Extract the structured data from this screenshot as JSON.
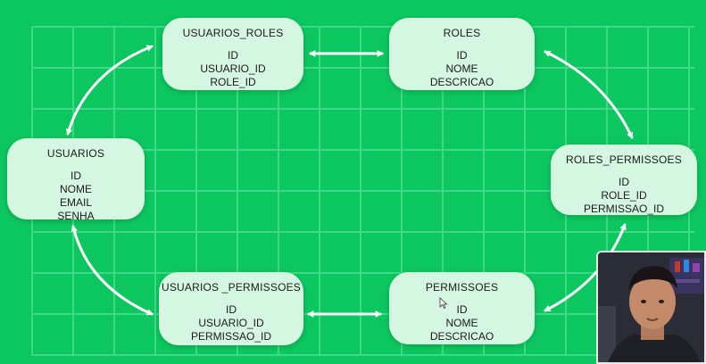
{
  "entities": [
    {
      "id": "usuarios_roles",
      "title": "USUARIOS_ROLES",
      "fields": [
        "ID",
        "USUARIO_ID",
        "ROLE_ID"
      ]
    },
    {
      "id": "roles",
      "title": "ROLES",
      "fields": [
        "ID",
        "NOME",
        "DESCRICAO"
      ]
    },
    {
      "id": "usuarios",
      "title": "USUARIOS",
      "fields": [
        "ID",
        "NOME",
        "EMAIL",
        "SENHA"
      ]
    },
    {
      "id": "roles_permissoes",
      "title": "ROLES_PERMISSOES",
      "fields": [
        "ID",
        "ROLE_ID",
        "PERMISSAO_ID"
      ]
    },
    {
      "id": "usuarios_permissoes",
      "title": "USUARIOS _PERMISSOES",
      "fields": [
        "ID",
        "USUARIO_ID",
        "PERMISSAO_ID"
      ]
    },
    {
      "id": "permissoes",
      "title": "PERMISSOES",
      "fields": [
        "ID",
        "NOME",
        "DESCRICAO"
      ]
    }
  ],
  "relations": [
    {
      "from": "usuarios",
      "to": "usuarios_roles"
    },
    {
      "from": "usuarios_roles",
      "to": "roles"
    },
    {
      "from": "roles",
      "to": "roles_permissoes"
    },
    {
      "from": "roles_permissoes",
      "to": "permissoes"
    },
    {
      "from": "usuarios_permissoes",
      "to": "permissoes"
    },
    {
      "from": "usuarios",
      "to": "usuarios_permissoes"
    }
  ],
  "colors": {
    "background": "#0cc65f",
    "grid": "#3fd886",
    "node": "#d5f6e1",
    "arrow": "#ffffff"
  }
}
